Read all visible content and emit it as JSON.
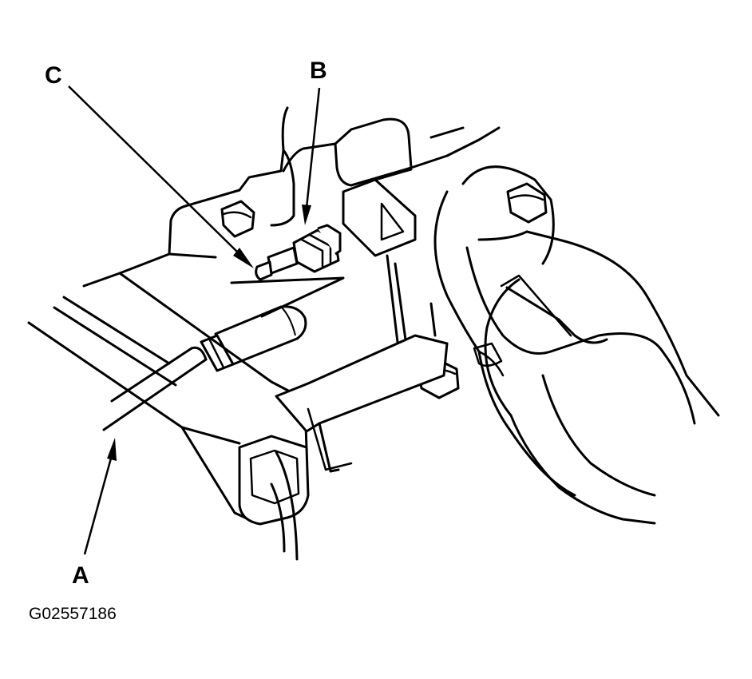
{
  "callouts": {
    "a": "A",
    "b": "B",
    "c": "C"
  },
  "figure_id": "G02557186"
}
